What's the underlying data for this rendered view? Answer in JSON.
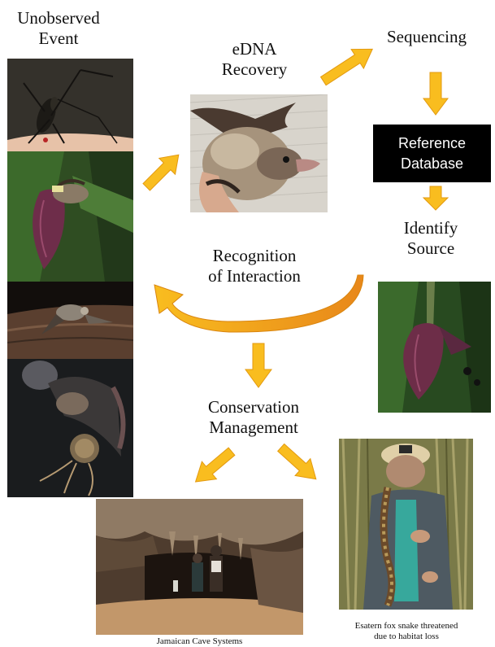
{
  "labels": {
    "unobserved": [
      "Unobserved",
      "Event"
    ],
    "edna": [
      "eDNA",
      "Recovery"
    ],
    "sequencing": "Sequencing",
    "reference_db": [
      "Reference",
      "Database"
    ],
    "identify": [
      "Identify",
      "Source"
    ],
    "recognition": [
      "Recognition",
      "of Interaction"
    ],
    "conservation": [
      "Conservation",
      "Management"
    ]
  },
  "captions": {
    "cave": "Jamaican Cave Systems",
    "snake": [
      "Esatern fox snake threatened",
      "due to habitat loss"
    ]
  },
  "photos": {
    "left_stack": [
      "mosquito-photo",
      "banana-flower-bat-photo",
      "bat-on-log-photo",
      "bat-with-fruit-photo"
    ],
    "center": "bat-held-in-hand-photo",
    "right": "banana-flower-photo",
    "bottom_left": "cave-explorers-photo",
    "bottom_right": "researcher-with-snake-photo"
  },
  "colors": {
    "arrow_fill": "#f9bd1f",
    "arrow_edge": "#e39a11",
    "db_bg": "#000000",
    "db_text": "#ffffff"
  }
}
